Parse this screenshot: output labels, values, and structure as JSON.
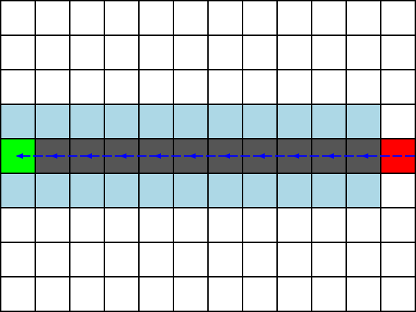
{
  "grid": {
    "rows": 9,
    "cols": 12,
    "colors": {
      "empty": "#ffffff",
      "explored": "#add8e6",
      "path": "#555555",
      "start": "#ff0000",
      "goal": "#00ff00",
      "grid_line": "#000000",
      "arrow": "#0000ff"
    },
    "start": {
      "row": 4,
      "col": 11
    },
    "goal": {
      "row": 4,
      "col": 0
    },
    "explored_cells": [
      [
        3,
        0
      ],
      [
        3,
        1
      ],
      [
        3,
        2
      ],
      [
        3,
        3
      ],
      [
        3,
        4
      ],
      [
        3,
        5
      ],
      [
        3,
        6
      ],
      [
        3,
        7
      ],
      [
        3,
        8
      ],
      [
        3,
        9
      ],
      [
        3,
        10
      ],
      [
        5,
        0
      ],
      [
        5,
        1
      ],
      [
        5,
        2
      ],
      [
        5,
        3
      ],
      [
        5,
        4
      ],
      [
        5,
        5
      ],
      [
        5,
        6
      ],
      [
        5,
        7
      ],
      [
        5,
        8
      ],
      [
        5,
        9
      ],
      [
        5,
        10
      ]
    ],
    "path_cells": [
      [
        4,
        1
      ],
      [
        4,
        2
      ],
      [
        4,
        3
      ],
      [
        4,
        4
      ],
      [
        4,
        5
      ],
      [
        4,
        6
      ],
      [
        4,
        7
      ],
      [
        4,
        8
      ],
      [
        4,
        9
      ],
      [
        4,
        10
      ]
    ],
    "path_route": [
      [
        4,
        11
      ],
      [
        4,
        10
      ],
      [
        4,
        9
      ],
      [
        4,
        8
      ],
      [
        4,
        7
      ],
      [
        4,
        6
      ],
      [
        4,
        5
      ],
      [
        4,
        4
      ],
      [
        4,
        3
      ],
      [
        4,
        2
      ],
      [
        4,
        1
      ],
      [
        4,
        0
      ]
    ]
  }
}
